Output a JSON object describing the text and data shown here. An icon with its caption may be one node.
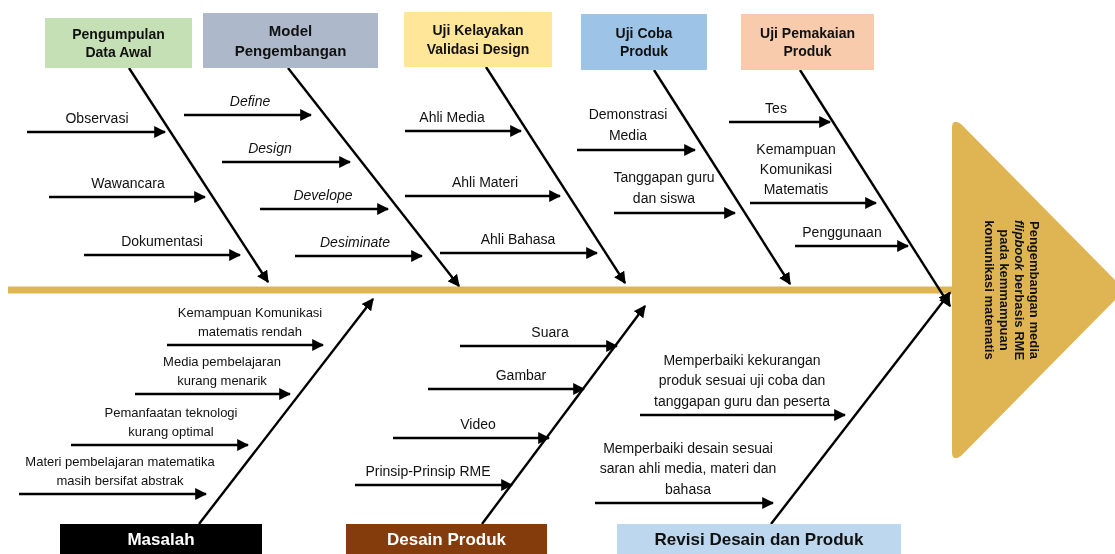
{
  "diagram": {
    "nodes": [
      {
        "text": [
          "Pengumpulan Data Awal"
        ]
      },
      {
        "text": [
          "Model Pengembangan"
        ]
      },
      {
        "text": [
          "Uji Kelayakan Validasi Design"
        ]
      },
      {
        "text": [
          "Uji Coba Produk"
        ]
      },
      {
        "text": [
          "Uji Pemakaian Produk"
        ]
      },
      {
        "text": [
          "Pengembangan media *flipbook* berbasis RME pada kemmampuan komunikasi matematis"
        ]
      },
      {
        "text": [
          "Masalah"
        ]
      },
      {
        "text": [
          "Desain Produk"
        ]
      },
      {
        "text": [
          "Revisi Desain dan Produk"
        ]
      }
    ],
    "edges": [
      {
        "from": null,
        "to": 5,
        "arrow": "none",
        "style": "thick",
        "color": "#dfb553"
      },
      {
        "from": 0,
        "to": null,
        "arrow": "to"
      },
      {
        "from": 1,
        "to": null,
        "arrow": "to"
      },
      {
        "from": 2,
        "to": null,
        "arrow": "to"
      },
      {
        "from": 3,
        "to": null,
        "arrow": "to"
      },
      {
        "from": 4,
        "to": 5,
        "arrow": "to"
      },
      {
        "from": 6,
        "to": null,
        "arrow": "to"
      },
      {
        "from": 7,
        "to": null,
        "arrow": "to"
      },
      {
        "from": 8,
        "to": 5,
        "arrow": "to"
      }
    ],
    "labels": [
      "Observasi",
      "Wawancara",
      "Dokumentasi",
      "Define",
      "Design",
      "Develope",
      "Desiminate",
      "Ahli Media",
      "Ahli Materi",
      "Ahli Bahasa",
      "Demonstrasi Media",
      "Tanggapan guru dan siswa",
      "Tes",
      "Kemampuan Komunikasi Matematis",
      "Penggunaan",
      "Kemampuan Komunikasi matematis rendah",
      "Media pembelajaran kurang menarik",
      "Pemanfaatan teknologi kurang optimal",
      "Materi pembelajaran matematika masih bersifat abstrak",
      "Suara",
      "Gambar",
      "Video",
      "Prinsip-Prinsip RME",
      "Memperbaiki kekurangan produk sesuai uji coba dan tanggapan guru dan peserta",
      "Memperbaiki desain sesuai saran ahli media, materi dan bahasa"
    ]
  }
}
